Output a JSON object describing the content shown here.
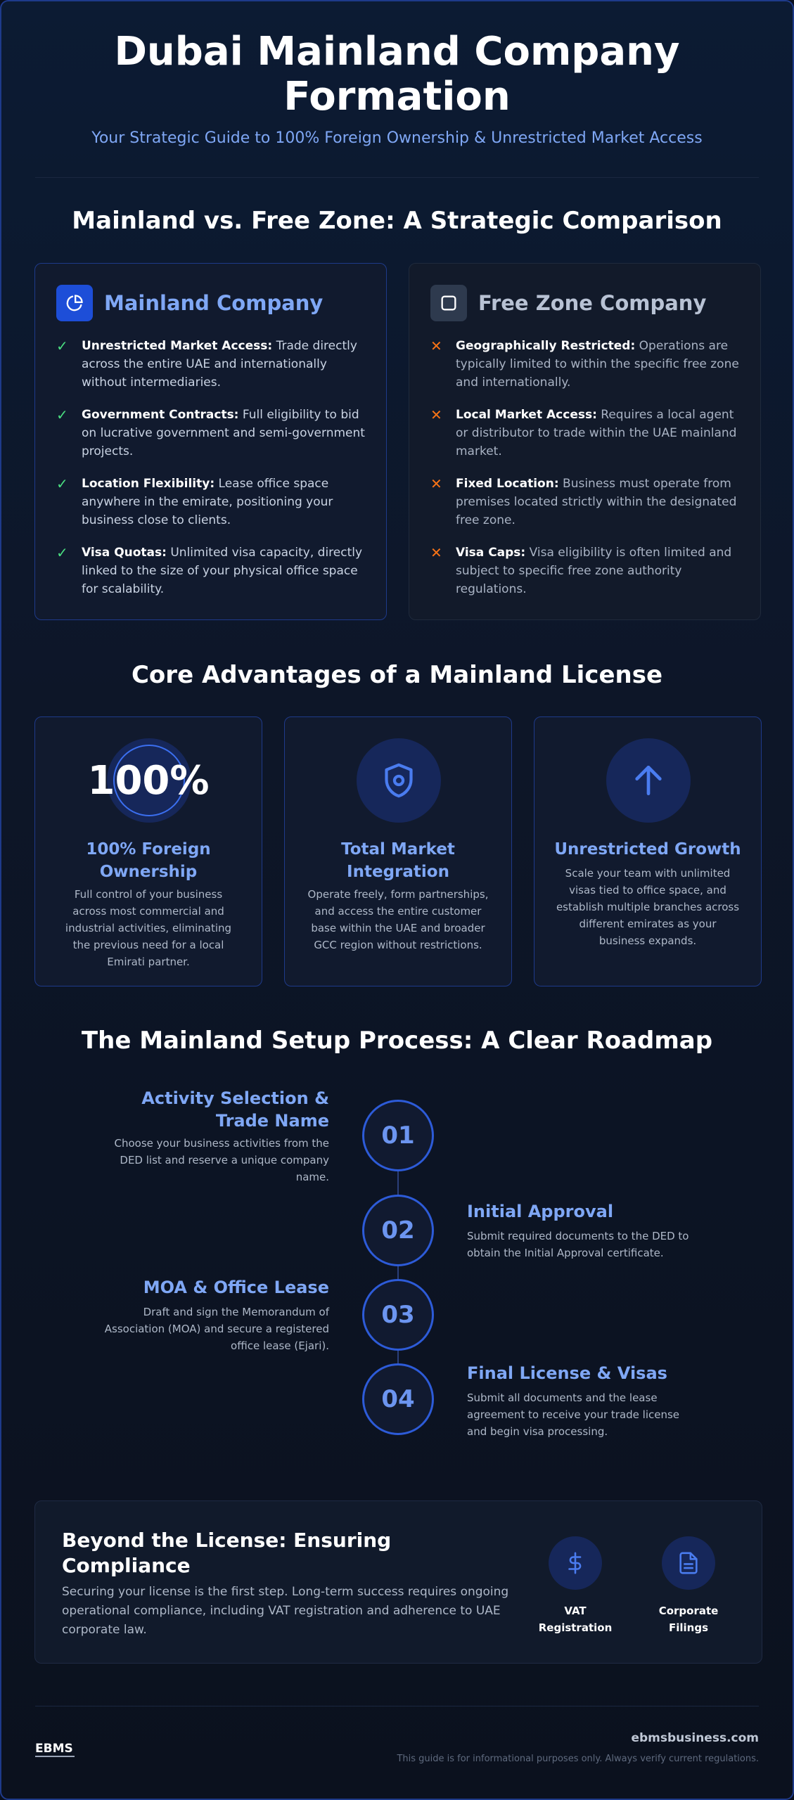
{
  "header": {
    "title": "Dubai Mainland Company Formation",
    "subtitle": "Your Strategic Guide to 100% Foreign Ownership & Unrestricted Market Access"
  },
  "comparison": {
    "section_title": "Mainland vs. Free Zone: A Strategic Comparison",
    "mainland": {
      "title": "Mainland Company",
      "icon": "pie-chart-icon",
      "items": [
        {
          "bold": "Unrestricted Market Access:",
          "text": " Trade directly across the entire UAE and internationally without intermediaries."
        },
        {
          "bold": "Government Contracts:",
          "text": " Full eligibility to bid on lucrative government and semi-government projects."
        },
        {
          "bold": "Location Flexibility:",
          "text": " Lease office space anywhere in the emirate, positioning your business close to clients."
        },
        {
          "bold": "Visa Quotas:",
          "text": " Unlimited visa capacity, directly linked to the size of your physical office space for scalability."
        }
      ]
    },
    "freezone": {
      "title": "Free Zone Company",
      "icon": "square-icon",
      "items": [
        {
          "bold": "Geographically Restricted:",
          "text": " Operations are typically limited to within the specific free zone and internationally."
        },
        {
          "bold": "Local Market Access:",
          "text": " Requires a local agent or distributor to trade within the UAE mainland market."
        },
        {
          "bold": "Fixed Location:",
          "text": " Business must operate from premises located strictly within the designated free zone."
        },
        {
          "bold": "Visa Caps:",
          "text": " Visa eligibility is often limited and subject to specific free zone authority regulations."
        }
      ]
    }
  },
  "advantages": {
    "section_title": "Core Advantages of a Mainland License",
    "cards": [
      {
        "big": "100%",
        "title": "100% Foreign Ownership",
        "desc": "Full control of your business across most commercial and industrial activities, eliminating the previous need for a local Emirati partner.",
        "icon": "ring-icon"
      },
      {
        "title": "Total Market Integration",
        "desc": "Operate freely, form partnerships, and access the entire customer base within the UAE and broader GCC region without restrictions.",
        "icon": "shield-icon"
      },
      {
        "title": "Unrestricted Growth",
        "desc": "Scale your team with unlimited visas tied to office space, and establish multiple branches across different emirates as your business expands.",
        "icon": "arrow-up-icon"
      }
    ]
  },
  "roadmap": {
    "section_title": "The Mainland Setup Process: A Clear Roadmap",
    "steps": [
      {
        "num": "01",
        "title": "Activity Selection & Trade Name",
        "desc": "Choose your business activities from the DED list and reserve a unique company name."
      },
      {
        "num": "02",
        "title": "Initial Approval",
        "desc": "Submit required documents to the DED to obtain the Initial Approval certificate."
      },
      {
        "num": "03",
        "title": "MOA & Office Lease",
        "desc": "Draft and sign the Memorandum of Association (MOA) and secure a registered office lease (Ejari)."
      },
      {
        "num": "04",
        "title": "Final License & Visas",
        "desc": "Submit all documents and the lease agreement to receive your trade license and begin visa processing."
      }
    ]
  },
  "compliance": {
    "title": "Beyond the License: Ensuring Compliance",
    "desc": "Securing your license is the first step. Long-term success requires ongoing operational compliance, including VAT registration and adherence to UAE corporate law.",
    "badges": [
      {
        "label": "VAT Registration",
        "icon": "dollar-icon"
      },
      {
        "label": "Corporate Filings",
        "icon": "document-icon"
      }
    ]
  },
  "footer": {
    "logo_text": "EBMS",
    "site": "ebmsbusiness.com",
    "note": "This guide is for informational purposes only. Always verify current regulations."
  },
  "colors": {
    "accent": "#7fa7f5",
    "primary": "#1d4ed8",
    "check": "#4ade80",
    "cross": "#f97316",
    "background": "#0b111e"
  }
}
